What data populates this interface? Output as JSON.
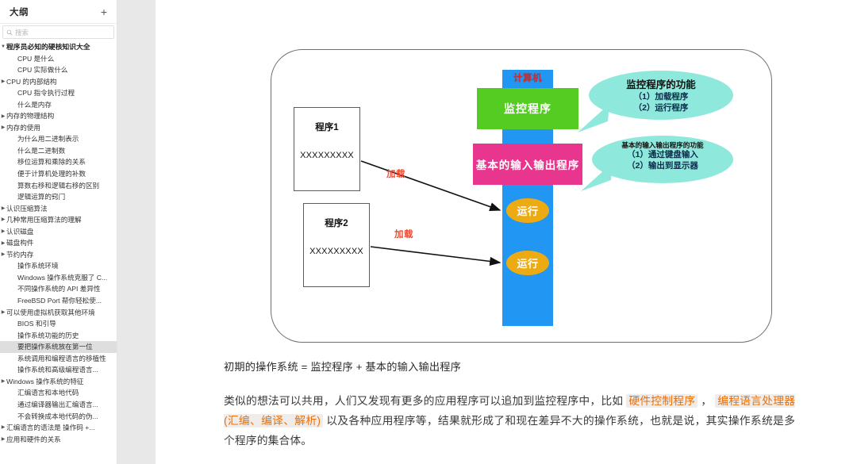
{
  "sidebar": {
    "title": "大纲",
    "add_label": "+",
    "search": {
      "placeholder": "搜索",
      "value": ""
    },
    "items": [
      {
        "label": "程序员必知的硬核知识大全",
        "level": 0,
        "twisty": "▼",
        "selected": false
      },
      {
        "label": "CPU 是什么",
        "level": 2,
        "twisty": "",
        "selected": false
      },
      {
        "label": "CPU 实际做什么",
        "level": 2,
        "twisty": "",
        "selected": false
      },
      {
        "label": "CPU 的内部结构",
        "level": 1,
        "twisty": "▶",
        "selected": false
      },
      {
        "label": "CPU 指令执行过程",
        "level": 2,
        "twisty": "",
        "selected": false
      },
      {
        "label": "什么是内存",
        "level": 2,
        "twisty": "",
        "selected": false
      },
      {
        "label": "内存的物理结构",
        "level": 1,
        "twisty": "▶",
        "selected": false
      },
      {
        "label": "内存的使用",
        "level": 1,
        "twisty": "▶",
        "selected": false
      },
      {
        "label": "为什么用二进制表示",
        "level": 2,
        "twisty": "",
        "selected": false
      },
      {
        "label": "什么是二进制数",
        "level": 2,
        "twisty": "",
        "selected": false
      },
      {
        "label": "移位运算和乘除的关系",
        "level": 2,
        "twisty": "",
        "selected": false
      },
      {
        "label": "便于计算机处理的补数",
        "level": 2,
        "twisty": "",
        "selected": false
      },
      {
        "label": "算数右移和逻辑右移的区别",
        "level": 2,
        "twisty": "",
        "selected": false
      },
      {
        "label": "逻辑运算的窍门",
        "level": 2,
        "twisty": "",
        "selected": false
      },
      {
        "label": "认识压缩算法",
        "level": 1,
        "twisty": "▶",
        "selected": false
      },
      {
        "label": "几种常用压缩算法的理解",
        "level": 1,
        "twisty": "▶",
        "selected": false
      },
      {
        "label": "认识磁盘",
        "level": 1,
        "twisty": "▶",
        "selected": false
      },
      {
        "label": "磁盘构件",
        "level": 1,
        "twisty": "▶",
        "selected": false
      },
      {
        "label": "节约内存",
        "level": 1,
        "twisty": "▶",
        "selected": false
      },
      {
        "label": "操作系统环境",
        "level": 2,
        "twisty": "",
        "selected": false
      },
      {
        "label": "Windows 操作系统克服了 C...",
        "level": 2,
        "twisty": "",
        "selected": false
      },
      {
        "label": "不同操作系统的 API 差异性",
        "level": 2,
        "twisty": "",
        "selected": false
      },
      {
        "label": "FreeBSD Port 帮你轻松使...",
        "level": 2,
        "twisty": "",
        "selected": false
      },
      {
        "label": "可以使用虚拟机获取其他环境",
        "level": 1,
        "twisty": "▶",
        "selected": false
      },
      {
        "label": "BIOS 和引导",
        "level": 2,
        "twisty": "",
        "selected": false
      },
      {
        "label": "操作系统功能的历史",
        "level": 2,
        "twisty": "",
        "selected": false
      },
      {
        "label": "要把操作系统放在第一位",
        "level": 2,
        "twisty": "",
        "selected": true
      },
      {
        "label": "系统调用和编程语言的移植性",
        "level": 2,
        "twisty": "",
        "selected": false
      },
      {
        "label": "操作系统和高级编程语言...",
        "level": 2,
        "twisty": "",
        "selected": false
      },
      {
        "label": "Windows 操作系统的特征",
        "level": 1,
        "twisty": "▶",
        "selected": false
      },
      {
        "label": "汇编语言和本地代码",
        "level": 2,
        "twisty": "",
        "selected": false
      },
      {
        "label": "通过编译器输出汇编语言...",
        "level": 2,
        "twisty": "",
        "selected": false
      },
      {
        "label": "不会转换成本地代码的伪...",
        "level": 2,
        "twisty": "",
        "selected": false
      },
      {
        "label": "汇编语言的语法是 操作码 +...",
        "level": 1,
        "twisty": "▶",
        "selected": false
      },
      {
        "label": "应用和硬件的关系",
        "level": 1,
        "twisty": "▶",
        "selected": false
      }
    ]
  },
  "diagram": {
    "program1": {
      "title": "程序1",
      "body": "XXXXXXXXX"
    },
    "program2": {
      "title": "程序2",
      "body": "XXXXXXXXX"
    },
    "computer_label": "计算机",
    "monitor_band": "监控程序",
    "io_band": "基本的输入输出程序",
    "run_pill_1": "运行",
    "run_pill_2": "运行",
    "load_label_1": "加载",
    "load_label_2": "加载",
    "bubble1": {
      "title": "监控程序的功能",
      "line1": "（1）加载程序",
      "line2": "（2）运行程序"
    },
    "bubble2": {
      "title": "基本的输入输出程序的功能",
      "line1": "（1）通过键盘输入",
      "line2": "（2）输出到显示器"
    },
    "colors": {
      "computer_column": "#2196f3",
      "monitor": "#55cc22",
      "io": "#e8368f",
      "run_pill": "#ecab12",
      "bubble": "#8fe8dc",
      "computer_label_text": "#d62a2a",
      "load_label_text": "#ea4b33"
    }
  },
  "body": {
    "heading": "初期的操作系统 = 监控程序 + 基本的输入输出程序",
    "para_pre": "类似的想法可以共用，人们又发现有更多的应用程序可以追加到监控程序中，比如 ",
    "hl1": "硬件控制程序",
    "para_mid": " ， ",
    "hl2": "编程语言处理器(汇编、编译、解析)",
    "para_post": " 以及各种应用程序等，结果就形成了和现在差异不大的操作系统，也就是说，其实操作系统是多个程序的集合体。",
    "highlight_color": "#e8700a",
    "highlight_bg": "#f0ecea"
  }
}
